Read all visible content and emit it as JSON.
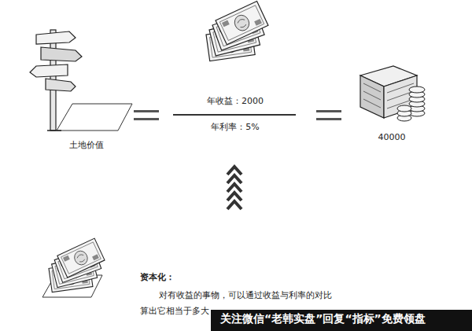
{
  "diagram": {
    "labels": [
      "土地价值",
      "年收益：2000",
      "年利率：5%",
      "40000",
      "资本化：",
      "对有收益的事物，可以通过收益与利率的对比 算出它相当于多大",
      "关注微信“老韩实盘”回复“指标”免费领盘"
    ]
  }
}
